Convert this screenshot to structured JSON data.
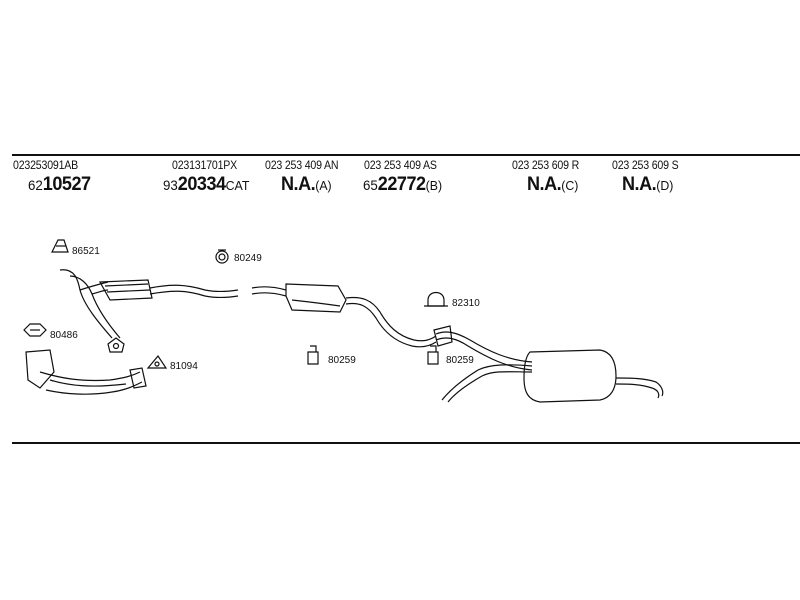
{
  "columns": [
    {
      "part_number": "023253091AB",
      "prefix": "62",
      "main": "10527",
      "suffix": ""
    },
    {
      "part_number": "023131701PX",
      "prefix": "93",
      "main": "20334",
      "suffix": "CAT"
    },
    {
      "part_number": "023 253 409 AN",
      "prefix": "",
      "main": "N.A.",
      "suffix": "(A)"
    },
    {
      "part_number": "023 253 409 AS",
      "prefix": "65",
      "main": "22772",
      "suffix": "(B)"
    },
    {
      "part_number": "023 253 609 R",
      "prefix": "",
      "main": "N.A.",
      "suffix": "(C)"
    },
    {
      "part_number": "023 253 609 S",
      "prefix": "",
      "main": "N.A.",
      "suffix": "(D)"
    }
  ],
  "callouts": {
    "c86521": "86521",
    "c80486": "80486",
    "c81094": "81094",
    "c80249": "80249",
    "c80259a": "80259",
    "c80259b": "80259",
    "c82310": "82310"
  }
}
